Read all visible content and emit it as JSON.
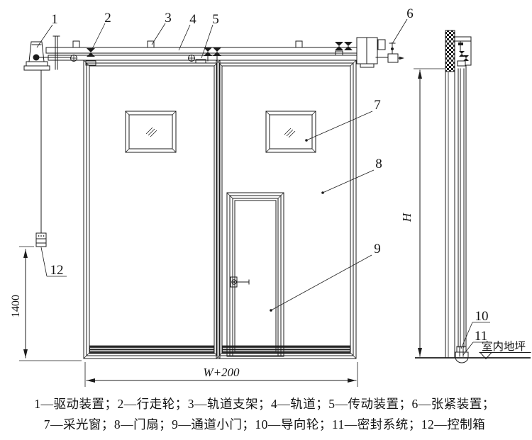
{
  "callouts": {
    "c1": "1",
    "c2": "2",
    "c3": "3",
    "c4": "4",
    "c5": "5",
    "c6": "6",
    "c7": "7",
    "c8": "8",
    "c9": "9",
    "c10": "10",
    "c11": "11",
    "c12": "12"
  },
  "dimensions": {
    "control_box_height": "1400",
    "door_width": "W+200",
    "door_height": "H"
  },
  "floor_label": "室内地坪",
  "legend": {
    "line1": "1—驱动装置；2—行走轮；3—轨道支架；4—轨道；5—传动装置；6—张紧装置；",
    "line2": "7—采光窗；8—门扇；9—通道小门；10—导向轮；11—密封系统；12—控制箱"
  },
  "colors": {
    "ink": "#1c1c1c",
    "background": "#ffffff"
  }
}
